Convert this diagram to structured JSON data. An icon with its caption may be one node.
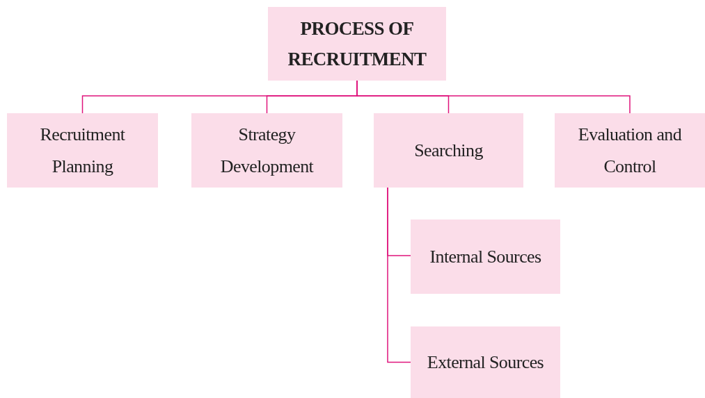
{
  "diagram": {
    "nodes": [
      {
        "text": [
          "PROCESS OF RECRUITMENT"
        ]
      },
      {
        "text": [
          "Recruitment Planning"
        ]
      },
      {
        "text": [
          "Strategy Development"
        ]
      },
      {
        "text": [
          "Searching"
        ]
      },
      {
        "text": [
          "Evaluation and Control"
        ]
      },
      {
        "text": [
          "Internal Sources"
        ]
      },
      {
        "text": [
          "External Sources"
        ]
      }
    ],
    "edges": [
      {
        "from": 0,
        "to": 1,
        "arrow": "none"
      },
      {
        "from": 0,
        "to": 2,
        "arrow": "none"
      },
      {
        "from": 0,
        "to": 3,
        "arrow": "none"
      },
      {
        "from": 0,
        "to": 4,
        "arrow": "none"
      },
      {
        "from": 3,
        "to": 5,
        "arrow": "none"
      },
      {
        "from": 3,
        "to": 6,
        "arrow": "none"
      }
    ]
  }
}
